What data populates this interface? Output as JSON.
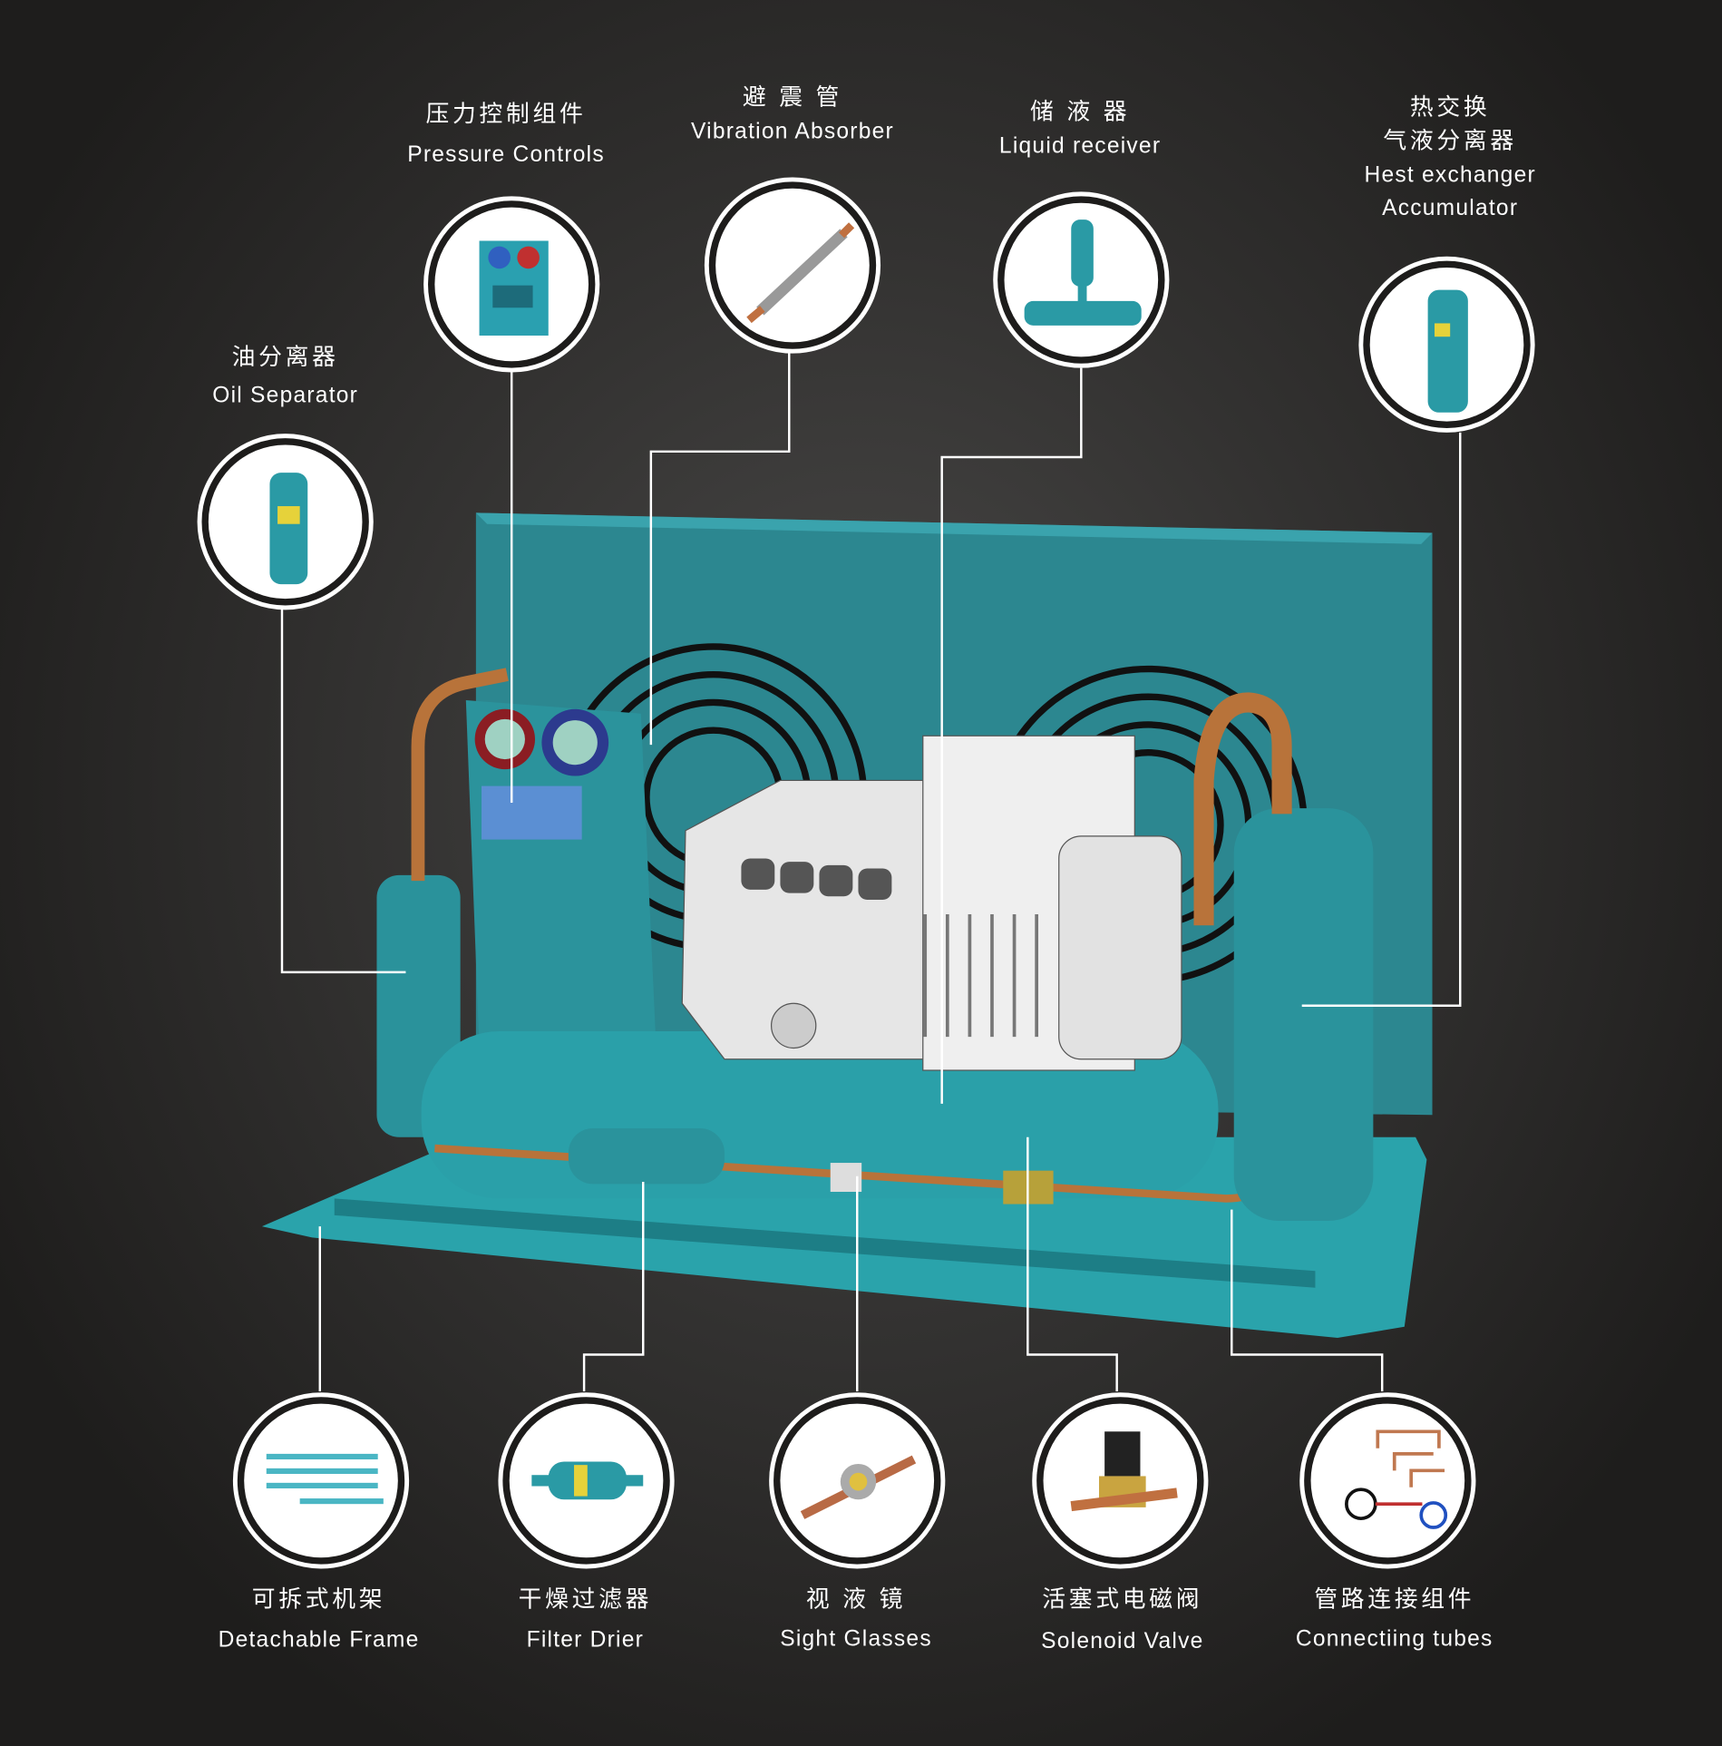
{
  "components_top": [
    {
      "id": "pressure-controls",
      "cn": "压力控制组件",
      "en": "Pressure Controls"
    },
    {
      "id": "vibration-absorber",
      "cn": "避 震 管",
      "en": "Vibration Absorber"
    },
    {
      "id": "liquid-receiver",
      "cn": "储 液 器",
      "en": "Liquid receiver"
    },
    {
      "id": "heat-exchanger",
      "cn": "热交换",
      "cn2": "气液分离器",
      "en": "Hest exchanger",
      "en2": "Accumulator"
    },
    {
      "id": "oil-separator",
      "cn": "油分离器",
      "en": "Oil Separator"
    }
  ],
  "components_bottom": [
    {
      "id": "detachable-frame",
      "cn": "可拆式机架",
      "en": "Detachable Frame"
    },
    {
      "id": "filter-drier",
      "cn": "干燥过滤器",
      "en": "Filter Drier"
    },
    {
      "id": "sight-glasses",
      "cn": "视 液 镜",
      "en": "Sight Glasses"
    },
    {
      "id": "solenoid-valve",
      "cn": "活塞式电磁阀",
      "en": "Solenoid Valve"
    },
    {
      "id": "connecting-tubes",
      "cn": "管路连接组件",
      "en": "Connectiing tubes"
    }
  ],
  "colors": {
    "teal": "#2a8f98",
    "copper": "#b8733a",
    "background": "#2e2d2c"
  }
}
